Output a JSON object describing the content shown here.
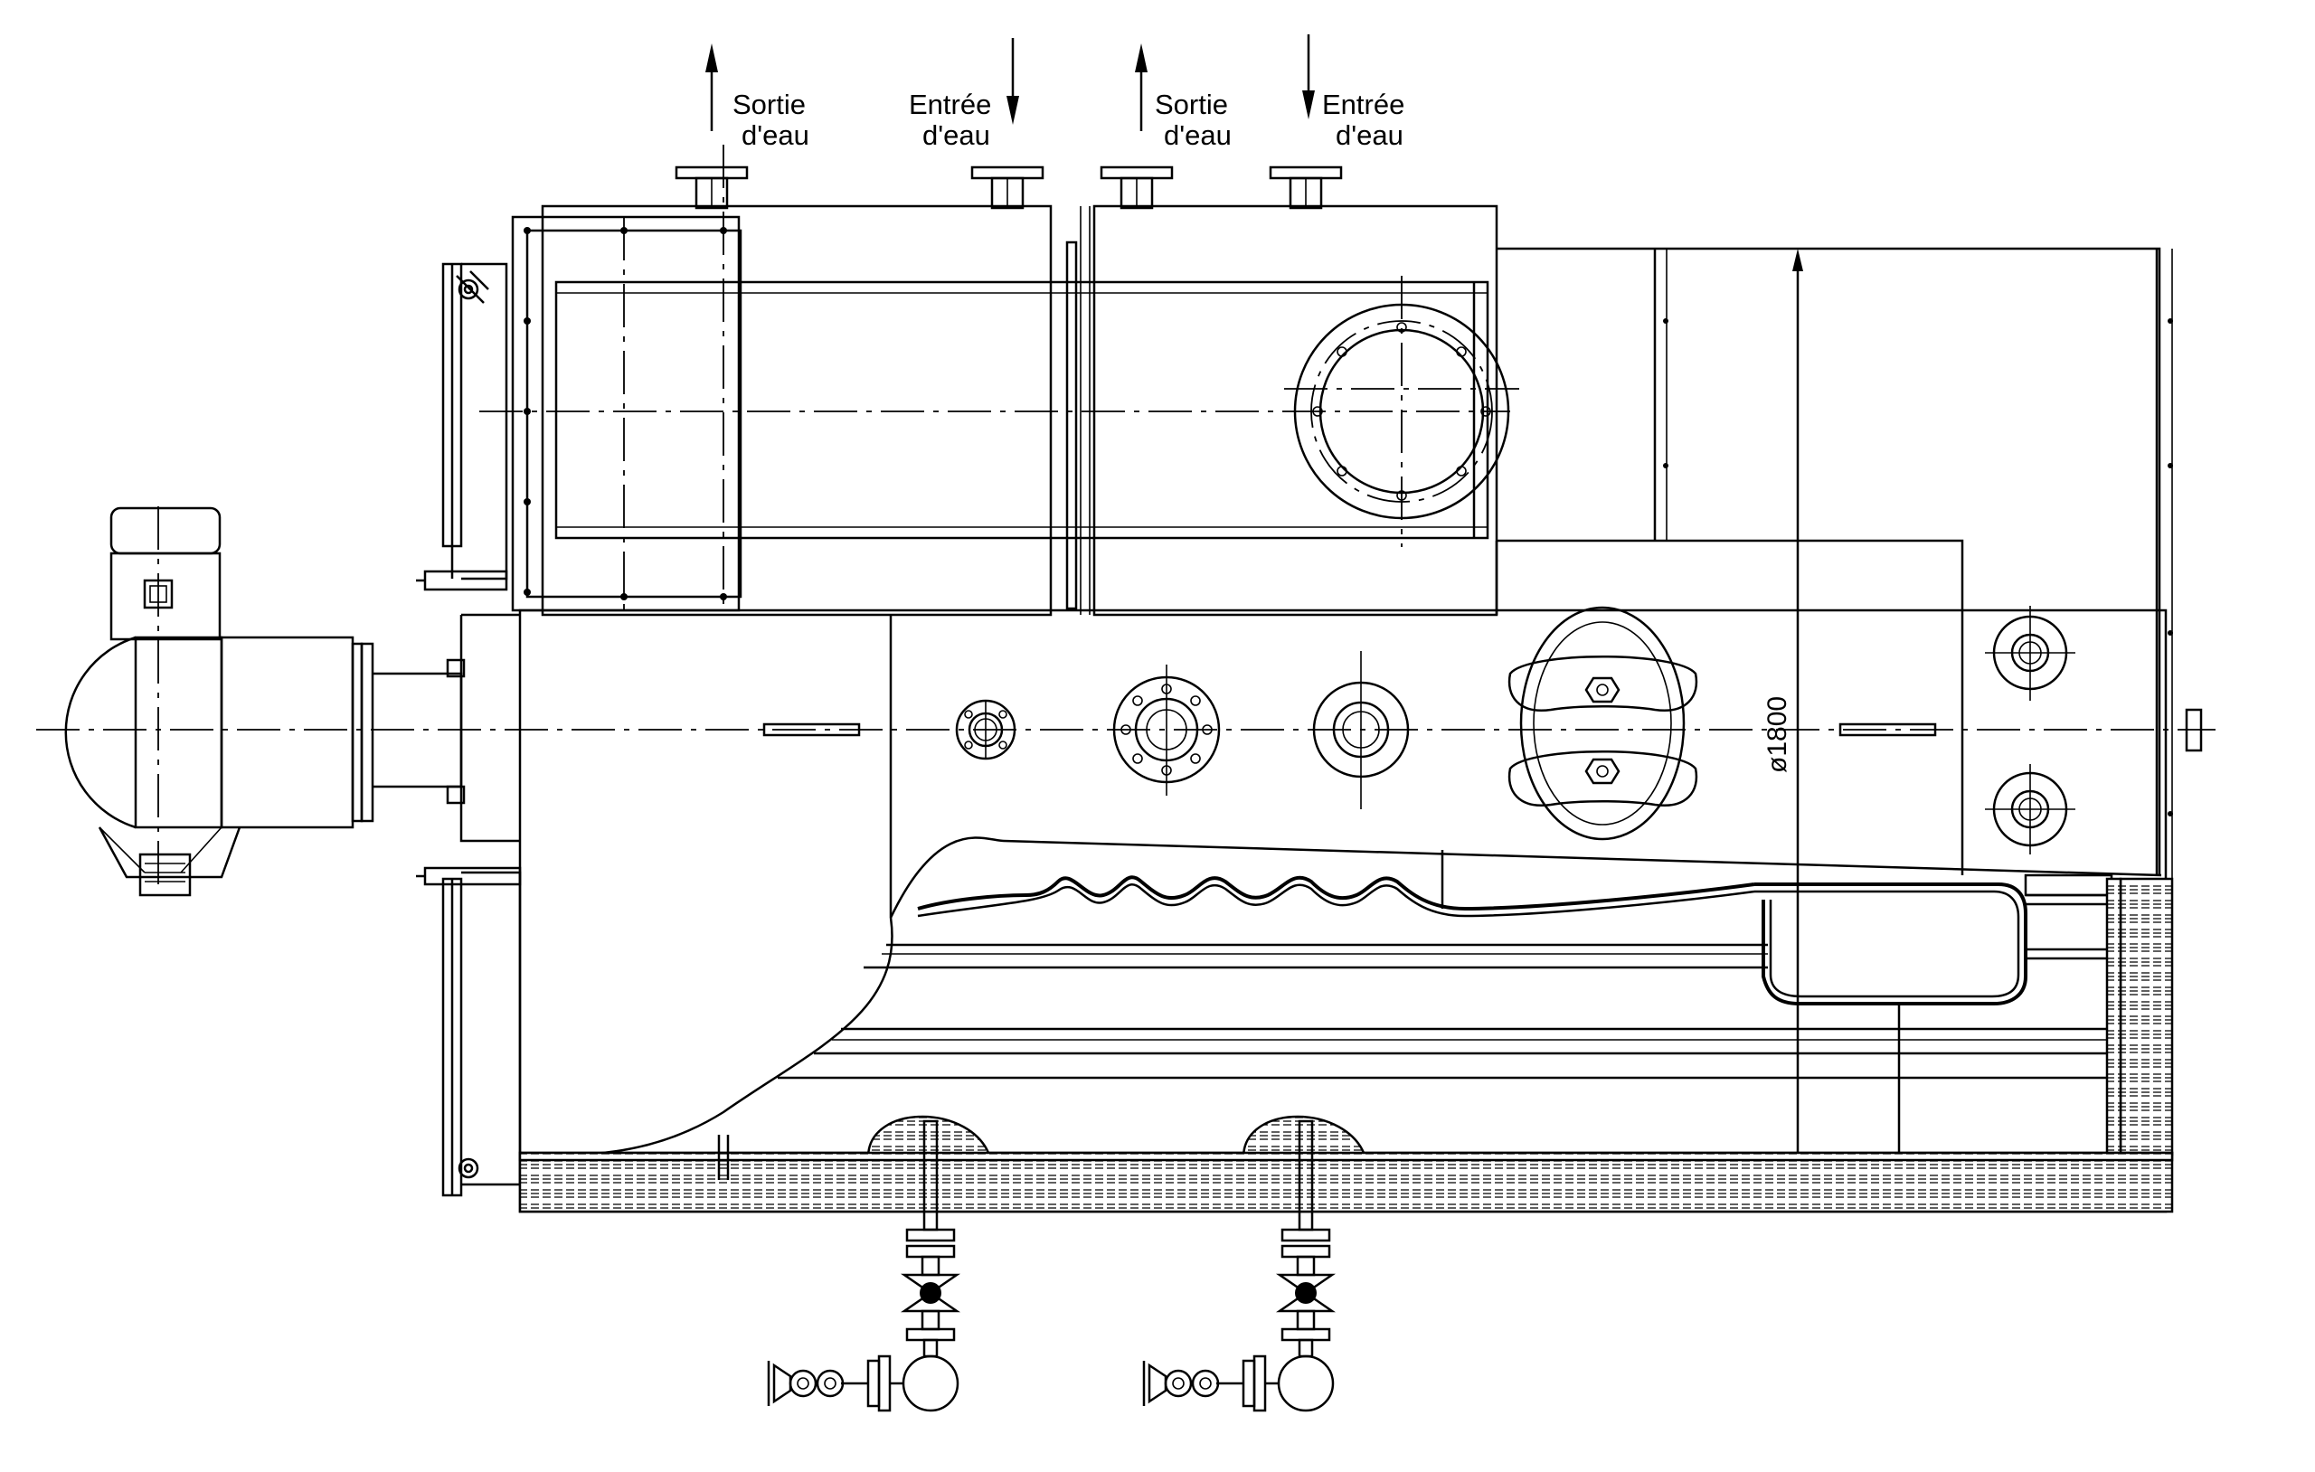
{
  "labels": {
    "outlet_1_line1": "Sortie",
    "outlet_1_line2": "d'eau",
    "inlet_1_line1": "Entrée",
    "inlet_1_line2": "d'eau",
    "outlet_2_line1": "Sortie",
    "outlet_2_line2": "d'eau",
    "inlet_2_line1": "Entrée",
    "inlet_2_line2": "d'eau",
    "diameter": "ø1800"
  }
}
